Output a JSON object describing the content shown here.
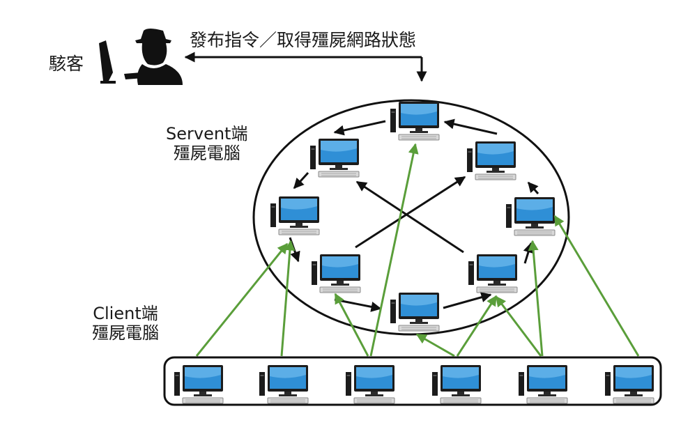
{
  "labels": {
    "hacker": "駭客",
    "command": "發布指令／取得殭屍網路狀態",
    "servent_line1": "Servent端",
    "servent_line2": "殭屍電腦",
    "client_line1": "Client端",
    "client_line2": "殭屍電腦"
  },
  "colors": {
    "black_arrow": "#111111",
    "green_arrow": "#5a9e3a",
    "screen": "#2f8fd6"
  },
  "icons": {
    "hacker": "hacker-icon",
    "computer": "computer-icon"
  }
}
